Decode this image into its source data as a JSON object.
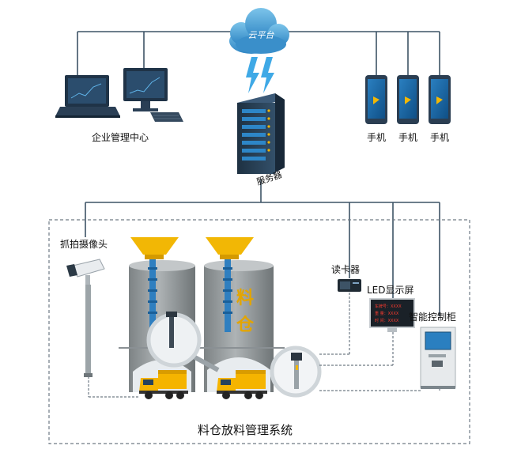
{
  "diagram": {
    "cloud_label": "云平台",
    "enterprise_label": "企业管理中心",
    "phones": [
      "手机",
      "手机",
      "手机"
    ],
    "server_label": "服务器",
    "camera_label": "抓拍摄像头",
    "card_reader_label": "读卡器",
    "led_label": "LED显示屏",
    "cabinet_label": "智能控制柜",
    "silo_text": [
      "料",
      "仓"
    ],
    "led_rows": [
      "车牌号：XXXX",
      "重  量：XXXX",
      "时  间：XXXX"
    ],
    "system_title": "料仓放料管理系统"
  },
  "colors": {
    "line": "#3d5366",
    "cloud": "#4aa3d6",
    "accent_blue": "#1e7fc0",
    "silo": "#8f9597",
    "hopper": "#f2b705",
    "truck": "#f5b400"
  }
}
